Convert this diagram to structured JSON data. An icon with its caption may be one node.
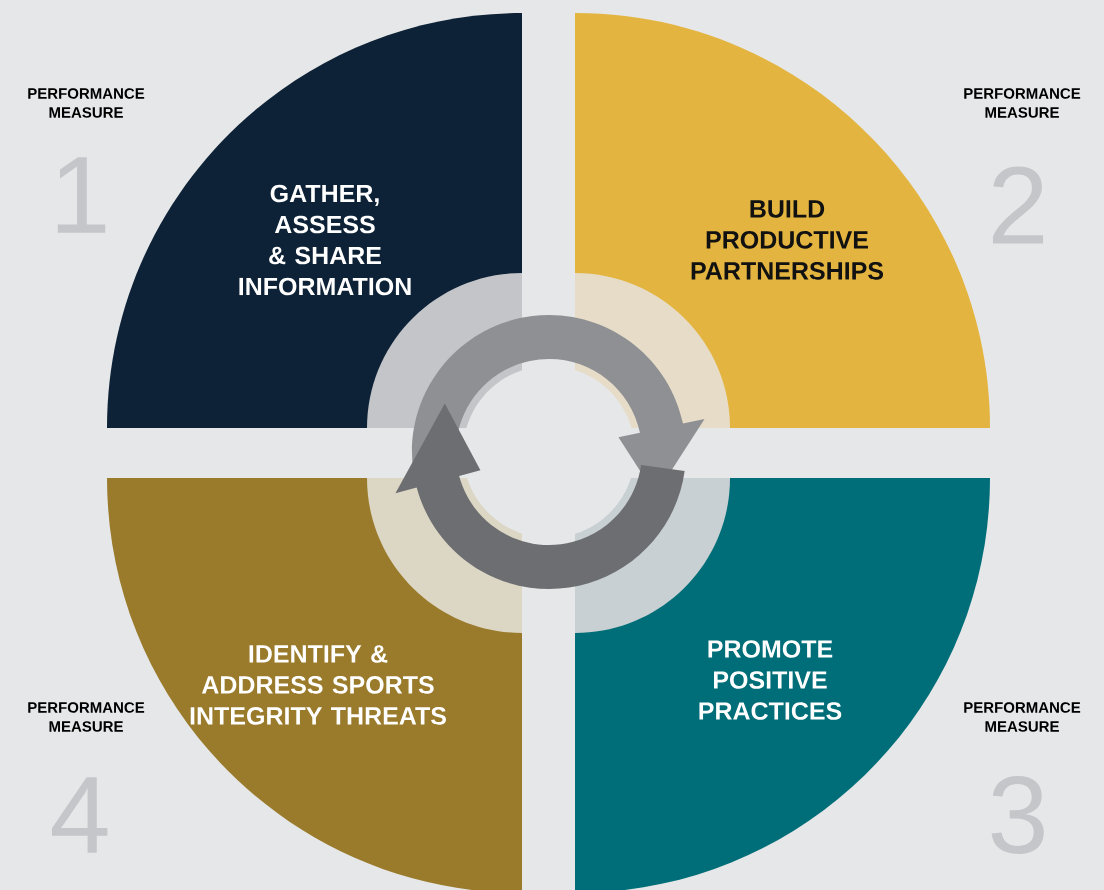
{
  "diagram": {
    "nodes": [
      {
        "text": [
          "GATHER, ASSESS & SHARE INFORMATION"
        ],
        "beside": [
          "PERFORMANCE MEASURE",
          "1"
        ]
      },
      {
        "text": [
          "BUILD PRODUCTIVE PARTNERSHIPS"
        ],
        "beside": [
          "PERFORMANCE MEASURE",
          "2"
        ]
      },
      {
        "text": [
          "IDENTIFY & ADDRESS SPORTS INTEGRITY THREATS"
        ],
        "beside": [
          "PERFORMANCE MEASURE",
          "4"
        ]
      },
      {
        "text": [
          "PROMOTE POSITIVE PRACTICES"
        ],
        "beside": [
          "PERFORMANCE MEASURE",
          "3"
        ]
      }
    ]
  }
}
